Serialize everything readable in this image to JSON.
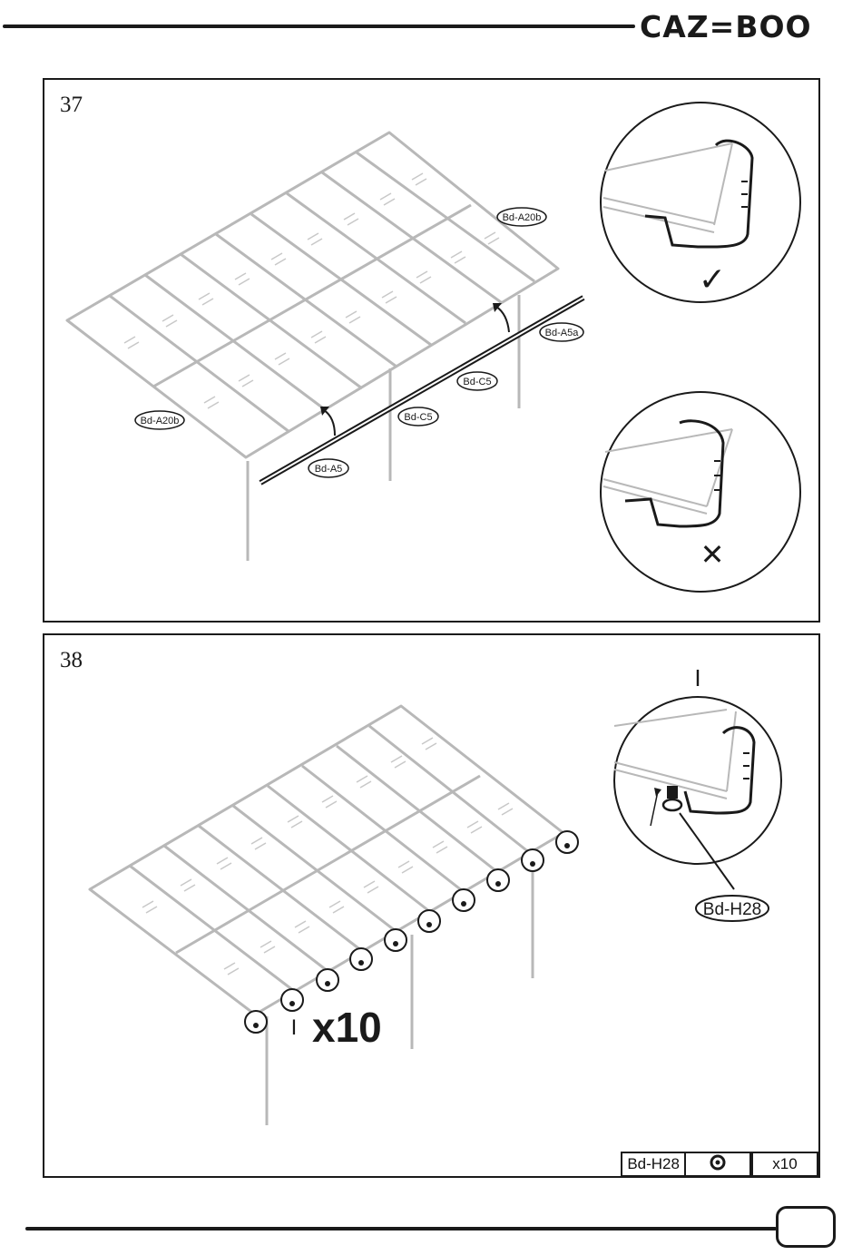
{
  "header": {
    "logo": "CAZ=BOO"
  },
  "step37": {
    "number": "37",
    "labels": {
      "a20b_top": "Bd-A20b",
      "a20b_left": "Bd-A20b",
      "a5a": "Bd-A5a",
      "c5_right": "Bd-C5",
      "c5_left": "Bd-C5",
      "a5": "Bd-A5"
    },
    "correct_mark": "✓",
    "wrong_mark": "✕"
  },
  "step38": {
    "number": "38",
    "detail_marker": "I",
    "main_marker": "I",
    "quantity": "x10",
    "part_callout": "Bd-H28",
    "parts_table": {
      "part": "Bd-H28",
      "icon": "washer-icon",
      "qty": "x10"
    }
  },
  "colors": {
    "ink": "#1a1a1a",
    "frame": "#b8b8b8"
  }
}
